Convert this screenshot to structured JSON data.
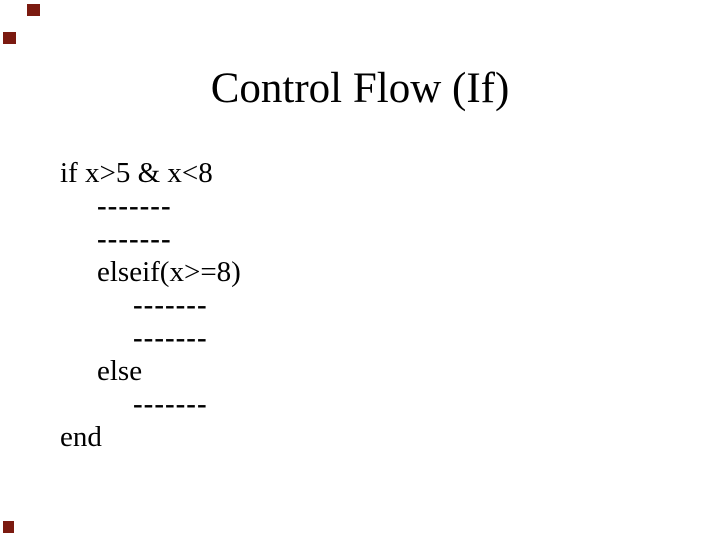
{
  "slide": {
    "title": "Control Flow (If)",
    "background_color": "#ffffff",
    "text_color": "#000000"
  },
  "code": {
    "lines": [
      {
        "text": "if x>5 & x<8",
        "indent": 0,
        "dashes": false
      },
      {
        "text": "-------",
        "indent": 1,
        "dashes": true
      },
      {
        "text": "-------",
        "indent": 1,
        "dashes": true
      },
      {
        "text": "elseif(x>=8)",
        "indent": 1,
        "dashes": false
      },
      {
        "text": "-------",
        "indent": 2,
        "dashes": true
      },
      {
        "text": "-------",
        "indent": 2,
        "dashes": true
      },
      {
        "text": "else",
        "indent": 1,
        "dashes": false
      },
      {
        "text": "-------",
        "indent": 2,
        "dashes": true
      },
      {
        "text": "end",
        "indent": 0,
        "dashes": false
      }
    ]
  },
  "artifacts": {
    "mark_color": "#7b1a10"
  }
}
